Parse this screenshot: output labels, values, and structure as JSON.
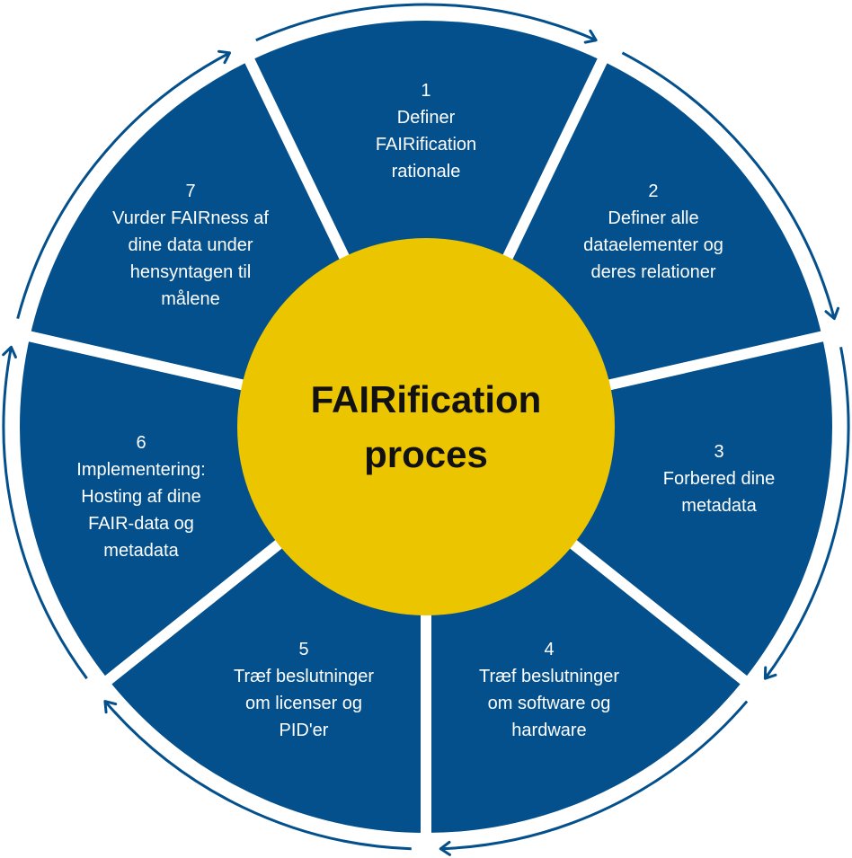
{
  "colors": {
    "segment_fill": "#03508C",
    "center_fill": "#EBC500",
    "divider": "#FFFFFF",
    "arrow": "#03508C",
    "segment_text": "#FFFFFF",
    "center_text": "#111111"
  },
  "center": {
    "lines": [
      "FAIRification",
      "proces"
    ]
  },
  "segments": [
    {
      "number": "1",
      "lines": [
        "Definer",
        "FAIRification",
        "rationale"
      ]
    },
    {
      "number": "2",
      "lines": [
        "Definer alle",
        "dataelementer og",
        "deres relationer"
      ]
    },
    {
      "number": "3",
      "lines": [
        "Forbered dine",
        "metadata"
      ]
    },
    {
      "number": "4",
      "lines": [
        "Træf beslutninger",
        "om software og",
        "hardware"
      ]
    },
    {
      "number": "5",
      "lines": [
        "Træf beslutninger",
        "om licenser og",
        "PID'er"
      ]
    },
    {
      "number": "6",
      "lines": [
        "Implementering:",
        "Hosting af dine",
        "FAIR-data og",
        "metadata"
      ]
    },
    {
      "number": "7",
      "lines": [
        "Vurder FAIRness af",
        "dine data under",
        "hensyntagen til",
        "målene"
      ]
    }
  ],
  "cycle_direction": "clockwise"
}
